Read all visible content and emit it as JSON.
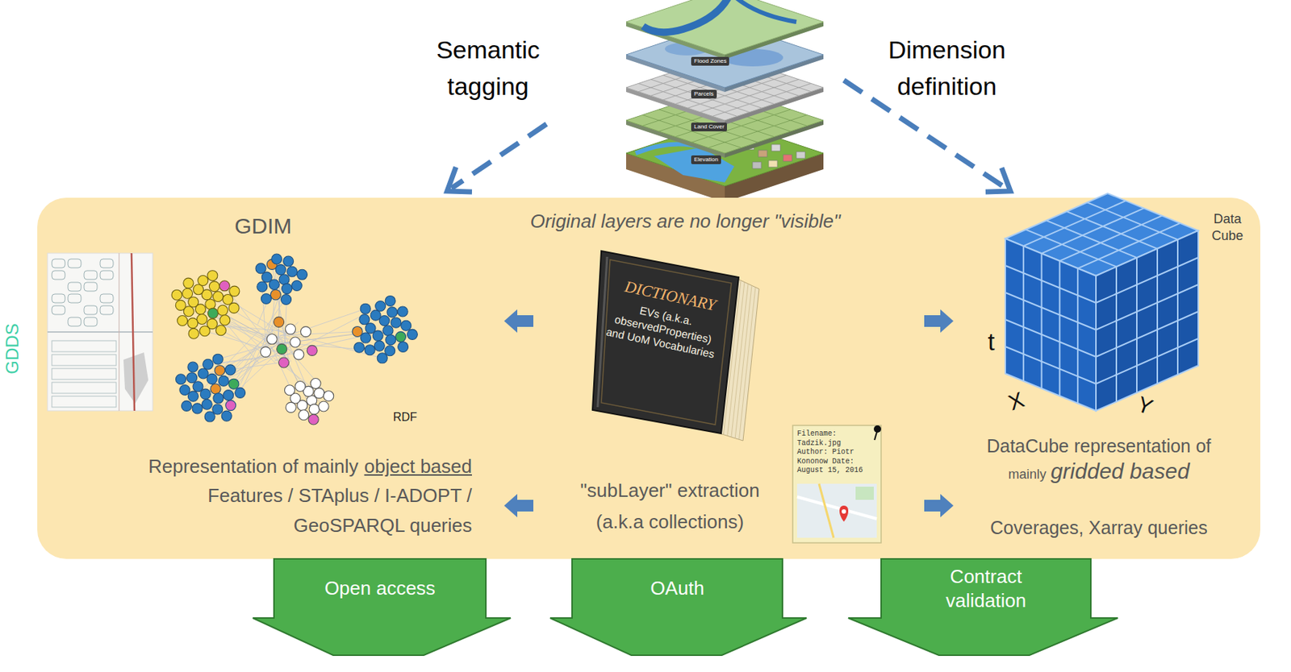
{
  "diagram": {
    "nodes": [
      {
        "text": [
          "GDDS"
        ]
      },
      {
        "text": [
          "DICTIONARY",
          "EVs (a.k.a. observedProperties) and UoM Vocabularies"
        ],
        "in": 0
      },
      {
        "text": [
          "Open access"
        ]
      },
      {
        "text": [
          "OAuth"
        ]
      },
      {
        "text": [
          "Contract validation"
        ]
      }
    ],
    "labels": [
      "Semantic tagging",
      "Dimension definition",
      "Flood Zones",
      "Parcels",
      "Land Cover",
      "Elevation",
      "GDIM",
      "Original layers are no longer \"visible\"",
      "Data Cube",
      "RDF",
      "t",
      "X",
      "Y",
      "Filename: Tadzik.jpg Author: Piotr Kononow Date: August 15, 2016",
      "Representation of mainly",
      "object based",
      "Features / STAplus / I-ADOPT /",
      "GeoSPARQL queries",
      "\"subLayer\" extraction (a.k.a collections)",
      "DataCube representation of",
      "mainly",
      "gridded based",
      "Coverages, Xarray queries"
    ]
  }
}
